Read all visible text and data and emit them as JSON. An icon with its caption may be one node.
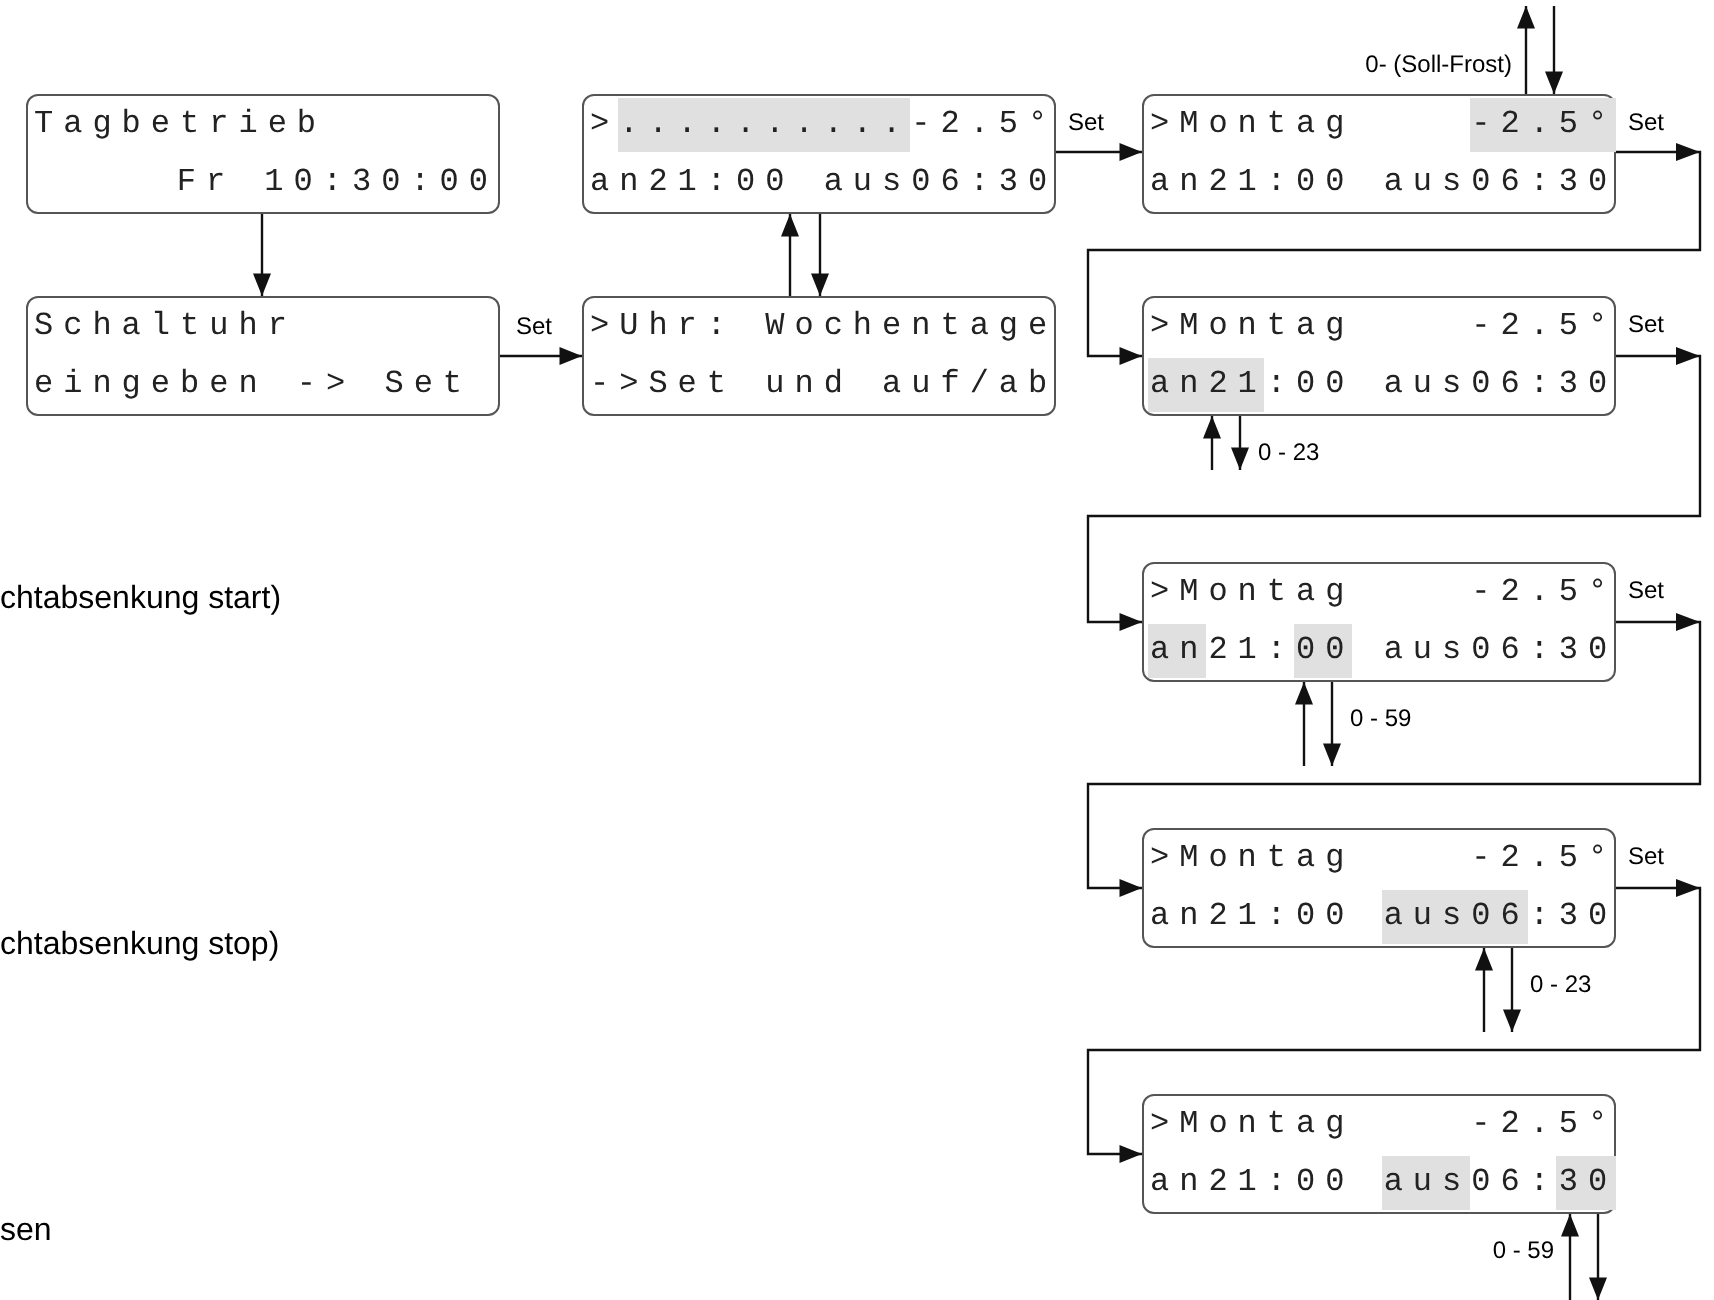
{
  "diagram": {
    "nodes": [
      {
        "text": [
          "Tagbetrieb",
          "Fr 10:30:00"
        ]
      },
      {
        "text": [
          "Schaltuhr",
          "eingeben -> Set"
        ]
      },
      {
        "text": [
          ">..........-2.5°",
          "an21:00 aus06:30"
        ]
      },
      {
        "text": [
          ">Uhr: Wochentage",
          "->Set und auf/ab"
        ]
      },
      {
        "text": [
          ">Montag    -2.5°",
          "an21:00 aus06:30"
        ]
      },
      {
        "text": [
          ">Montag    -2.5°",
          "an21:00 aus06:30"
        ]
      },
      {
        "text": [
          ">Montag    -2.5°",
          "an21:00 aus06:30"
        ]
      },
      {
        "text": [
          ">Montag    -2.5°",
          "an21:00 aus06:30"
        ]
      },
      {
        "text": [
          ">Montag    -2.5°",
          "an21:00 aus06:30"
        ]
      }
    ],
    "edges": [
      {
        "from": 0,
        "to": 1,
        "arrow": "to"
      },
      {
        "from": 1,
        "to": 3,
        "arrow": "to",
        "label": "Set"
      },
      {
        "from": 3,
        "to": 2,
        "arrow": "to"
      },
      {
        "from": 2,
        "to": 3,
        "arrow": "to"
      },
      {
        "from": 2,
        "to": 4,
        "arrow": "to",
        "label": "Set"
      },
      {
        "from": 4,
        "to": null,
        "arrow": "to",
        "label": "0- (Soll-Frost)"
      },
      {
        "from": null,
        "to": 4,
        "arrow": "to"
      },
      {
        "from": 4,
        "to": 5,
        "arrow": "to",
        "label": "Set"
      },
      {
        "from": null,
        "to": 5,
        "arrow": "to"
      },
      {
        "from": 5,
        "to": null,
        "arrow": "to",
        "label": "0 - 23"
      },
      {
        "from": 5,
        "to": 6,
        "arrow": "to",
        "label": "Set"
      },
      {
        "from": null,
        "to": 6,
        "arrow": "to"
      },
      {
        "from": 6,
        "to": null,
        "arrow": "to",
        "label": "0 - 59"
      },
      {
        "from": 6,
        "to": 7,
        "arrow": "to",
        "label": "Set"
      },
      {
        "from": null,
        "to": 7,
        "arrow": "to"
      },
      {
        "from": 7,
        "to": null,
        "arrow": "to",
        "label": "0 - 23"
      },
      {
        "from": 7,
        "to": 8,
        "arrow": "to",
        "label": "Set"
      },
      {
        "from": null,
        "to": 8,
        "arrow": "to",
        "label": "0 - 59"
      },
      {
        "from": 8,
        "to": null,
        "arrow": "to"
      }
    ],
    "labels": [
      "chtabsenkung start)",
      "chtabsenkung stop)",
      "sen"
    ]
  }
}
